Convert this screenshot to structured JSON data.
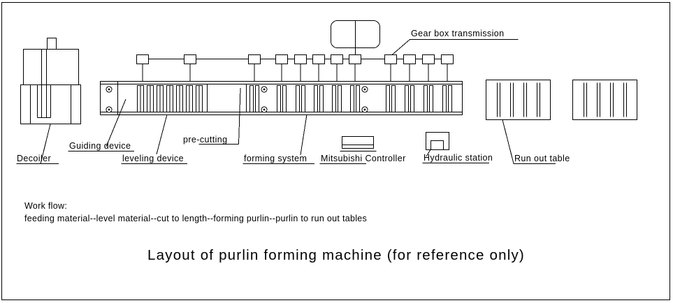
{
  "diagram": {
    "title": "Layout of purlin forming machine (for reference only)",
    "workflow_heading": "Work flow:",
    "workflow_text": "feeding material--level material--cut to length--forming purlin--purlin to run out tables",
    "labels": {
      "decoiler": "Decoiler",
      "guiding_device": "Guiding device",
      "leveling_device": "leveling device",
      "pre_cutting": "pre-cutting",
      "forming_system": "forming system",
      "mitsubishi_controller": "Mitsubishi Controller",
      "hydraulic_station": "Hydraulic station",
      "run_out_table": "Run out table",
      "gear_box_transmission": "Gear box transmission"
    },
    "colors": {
      "line": "#000000",
      "background": "#ffffff"
    }
  }
}
